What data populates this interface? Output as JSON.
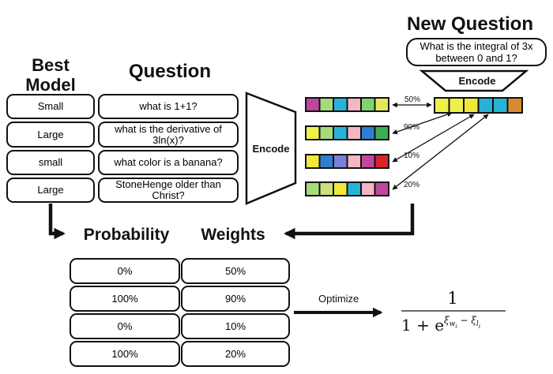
{
  "headings": {
    "best_model": "Best Model",
    "question": "Question",
    "new_question": "New Question",
    "probability": "Probability",
    "weights": "Weights"
  },
  "rows": [
    {
      "model": "Small",
      "question": "what is 1+1?"
    },
    {
      "model": "Large",
      "question": "what is the derivative of 3ln(x)?"
    },
    {
      "model": "small",
      "question": "what color is a banana?"
    },
    {
      "model": "Large",
      "question": "StoneHenge older than Christ?"
    }
  ],
  "new_question_text": "What is the integral of 3x between 0 and 1?",
  "encoders": {
    "main_label": "Encode",
    "new_label": "Encode"
  },
  "embeddings": [
    {
      "colors": [
        "#c0479e",
        "#a8d97a",
        "#27b3d8",
        "#f4b6c2",
        "#7fd36a",
        "#e2e85a"
      ],
      "similarity": "50%"
    },
    {
      "colors": [
        "#eef04c",
        "#a8d97a",
        "#27b3d8",
        "#f4b6c2",
        "#2f7fd0",
        "#3fae52"
      ],
      "similarity": "90%"
    },
    {
      "colors": [
        "#f0e83a",
        "#2f7fd0",
        "#7b7fd6",
        "#f4b6c2",
        "#c0479e",
        "#d8242e"
      ],
      "similarity": "10%"
    },
    {
      "colors": [
        "#a8d97a",
        "#cbe07a",
        "#f0e83a",
        "#27b3d8",
        "#f4b6c2",
        "#c0479e"
      ],
      "similarity": "20%"
    }
  ],
  "new_embedding": {
    "colors": [
      "#eef04c",
      "#eef04c",
      "#f0e83a",
      "#27b3d8",
      "#27b3d8",
      "#d88a2e"
    ]
  },
  "table": {
    "probability": [
      "0%",
      "100%",
      "0%",
      "100%"
    ],
    "weights": [
      "50%",
      "90%",
      "10%",
      "20%"
    ]
  },
  "optimize_label": "Optimize",
  "formula": {
    "numerator": "1",
    "denominator": "1 + e"
  }
}
